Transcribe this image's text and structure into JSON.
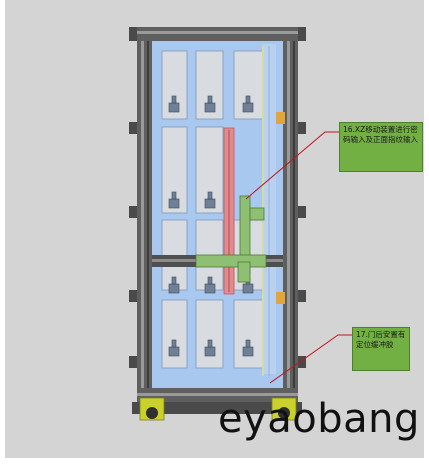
{
  "callouts": [
    {
      "id": "16",
      "text": "16.XZ移动装置进行密码输入及正面指纹输入"
    },
    {
      "id": "17",
      "text": "17.门后安置有定位缓冲胶"
    }
  ],
  "watermark": "eyaobang",
  "colors": {
    "background": "#d4d4d4",
    "panel": "#a9c8ef",
    "frame": "#5f5f5f",
    "rail": "#e38a8f",
    "callout_box": "#73b043",
    "leader_line": "#c0141e",
    "wheel": "#c9d12a",
    "bracket": "#e2a53a"
  }
}
